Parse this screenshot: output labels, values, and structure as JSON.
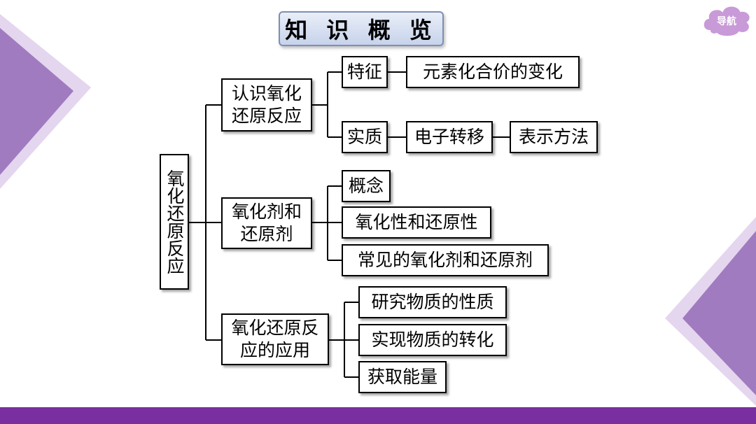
{
  "title": "知 识 概 览",
  "nav": {
    "label": "导航"
  },
  "colors": {
    "accent": "#7a2fa0",
    "deco_light": "#d9c9e6",
    "deco_dark": "#a07bc0",
    "title_bg": "#c7d3eb",
    "cloud": "#c89ad8"
  },
  "diagram": {
    "root": "氧化还原反应",
    "branches": [
      {
        "label": "认识氧化还原反应",
        "children": [
          {
            "label": "特征",
            "next": [
              "元素化合价的变化"
            ]
          },
          {
            "label": "实质",
            "next": [
              "电子转移",
              "表示方法"
            ]
          }
        ]
      },
      {
        "label": "氧化剂和还原剂",
        "children": [
          {
            "label": "概念"
          },
          {
            "label": "氧化性和还原性"
          },
          {
            "label": "常见的氧化剂和还原剂"
          }
        ]
      },
      {
        "label": "氧化还原反应的应用",
        "children": [
          {
            "label": "研究物质的性质"
          },
          {
            "label": "实现物质的转化"
          },
          {
            "label": "获取能量"
          }
        ]
      }
    ]
  }
}
